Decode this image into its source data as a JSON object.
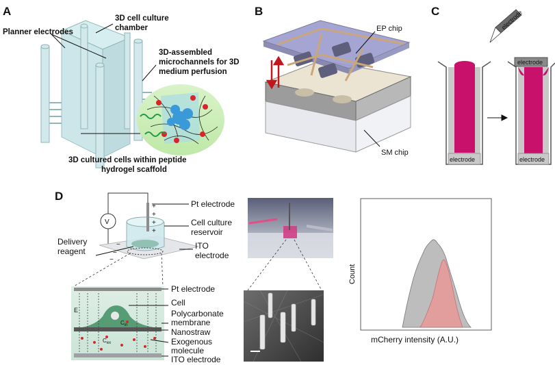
{
  "panels": {
    "A": {
      "letter": "A",
      "labels": {
        "planar_electrodes": "Planner electrodes",
        "chamber_1": "3D cell culture",
        "chamber_2": "chamber",
        "micro_1": "3D-assembled",
        "micro_2": "microchannels for 3D",
        "micro_3": "medium perfusion",
        "cells_1": "3D cultured cells within peptide",
        "cells_2": "hydrogel scaffold"
      }
    },
    "B": {
      "letter": "B",
      "labels": {
        "ep_chip": "EP chip",
        "sm_chip": "SM chip"
      }
    },
    "C": {
      "letter": "C",
      "labels": {
        "electrode_pen": "electrode",
        "electrode_top": "electrode",
        "electrode_bottom_left": "electrode",
        "electrode_bottom_right": "electrode"
      }
    },
    "D": {
      "letter": "D",
      "labels": {
        "voltmeter": "V",
        "pt_electrode_top": "Pt electrode",
        "reservoir_1": "Cell culture",
        "reservoir_2": "reservoir",
        "delivery_1": "Delivery",
        "delivery_2": "reagent",
        "ito_1": "ITO",
        "ito_2": "electrode",
        "pt_electrode_bottom": "Pt electrode",
        "cell": "Cell",
        "poly_1": "Polycarbonate",
        "poly_2": "membrane",
        "nanostraw": "Nanostraw",
        "exo_1": "Exogenous",
        "exo_2": "molecule",
        "ito_bottom": "ITO electrode",
        "field_E": "E",
        "c_in": "C",
        "c_in_sub": "in",
        "c_ex": "C",
        "c_ex_sub": "ex"
      },
      "histogram": {
        "ylabel": "Count",
        "xlabel": "mCherry intensity (A.U.)",
        "colors": {
          "control": "#bdbdbd",
          "mcherry": "#e79a9a"
        }
      }
    }
  }
}
